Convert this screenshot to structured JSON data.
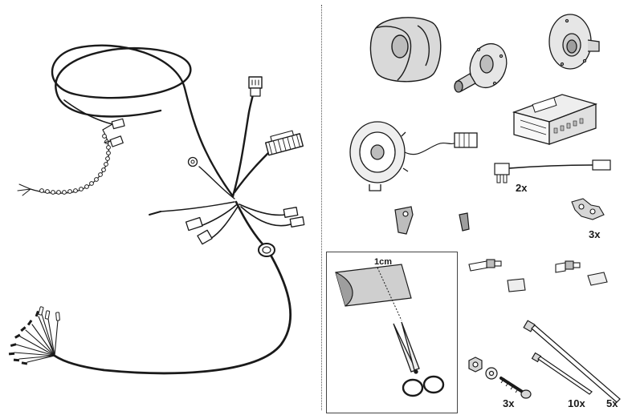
{
  "labels": {
    "measure": "1cm",
    "fuse_qty": "2x",
    "clip_qty": "3x",
    "screw_qty": "3x",
    "tie_small_qty": "10x",
    "tie_large_qty": "5x"
  },
  "icons": [
    "wiring-harness-icon",
    "trailer-socket-icon",
    "socket-seal-icon",
    "socket-mounting-plate-icon",
    "control-module-icon",
    "buzzer-icon",
    "fuse-holder-icon",
    "ring-terminal-icon",
    "connector-icon",
    "cable-clip-icon",
    "spade-connector-icon",
    "scissors-icon",
    "insulation-foil-icon",
    "nut-icon",
    "washer-icon",
    "screw-icon",
    "cable-tie-icon"
  ]
}
